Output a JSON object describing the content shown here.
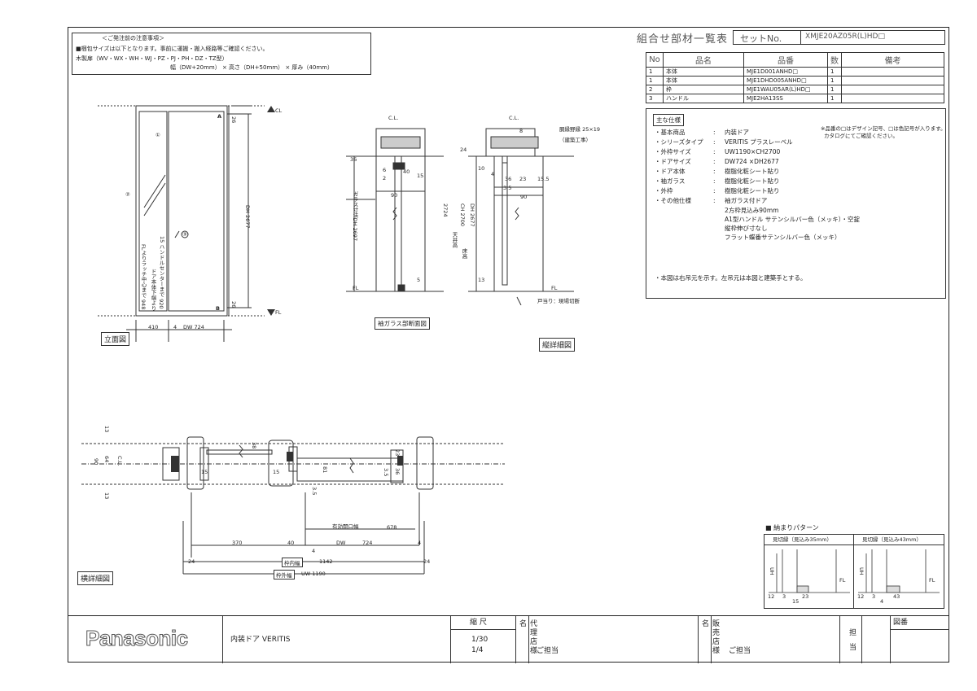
{
  "header": {
    "title": "組合せ部材一覧表",
    "set_label": "セットNo.",
    "set_no": "XMJE20AZ05R(L)HD□"
  },
  "notice": {
    "heading": "＜ご発注前の注意事項＞",
    "line1": "■梱包サイズは以下となります。事前に運搬・搬入経路等ご確認ください。",
    "line2": "木製扉（WV・WX・WH・WJ・PZ・PJ・PH・DZ・TZ型）",
    "line3": "幅（DW+20mm） × 高さ（DH+50mm） × 厚み（40mm）"
  },
  "parts_table": {
    "headers": [
      "No",
      "品名",
      "品番",
      "数",
      "備考"
    ],
    "rows": [
      {
        "no": "1",
        "name": "本体",
        "code": "MJE1D001ANHD□",
        "qty": "1",
        "note": ""
      },
      {
        "no": "1",
        "name": "本体",
        "code": "MJE1DHD005ANHD□",
        "qty": "1",
        "note": ""
      },
      {
        "no": "2",
        "name": "枠",
        "code": "MJE1WAU05AR(L)HD□",
        "qty": "1",
        "note": ""
      },
      {
        "no": "3",
        "name": "ハンドル",
        "code": "MJE2HA13SS",
        "qty": "1",
        "note": ""
      }
    ]
  },
  "specs": {
    "heading": "主な仕様",
    "note_right_1": "※品番の□はデザイン記号、□は色記号が入ります。",
    "note_right_2": "カタログにてご確認ください。",
    "rows": [
      {
        "label": "・基本商品",
        "value": "内装ドア"
      },
      {
        "label": "・シリーズタイプ",
        "value": "VERITIS プラスレーベル"
      },
      {
        "label": "・外枠サイズ",
        "value": "UW1190×CH2700"
      },
      {
        "label": "・ドアサイズ",
        "value": "DW724 ×DH2677"
      },
      {
        "label": "・ドア本体",
        "value": "樹脂化粧シート貼り"
      },
      {
        "label": "・袖ガラス",
        "value": "樹脂化粧シート貼り"
      },
      {
        "label": "・外枠",
        "value": "樹脂化粧シート貼り"
      },
      {
        "label": "・その他仕様",
        "value": "袖ガラス付ドア"
      }
    ],
    "extra": [
      "2方枠見込み90mm",
      "A1型ハンドル サテンシルバー色（メッキ）・空錠",
      "縦枠伸び寸なし",
      "フラット蝶番サテンシルバー色（メッキ）"
    ],
    "footnote": "・本図は右吊元を示す。左吊元は本図と建築手とする。"
  },
  "elevation": {
    "label": "立面図",
    "marks": {
      "a": "A",
      "b": "B",
      "cl": "CL",
      "fl": "FL",
      "p1": "①",
      "p2": "②",
      "p3": "③"
    },
    "dims": {
      "left": "410",
      "gap": "4",
      "dw": "DW 724",
      "top": "26",
      "bottom": "26",
      "dh": "DH 2677",
      "h15": "15"
    },
    "vnotes": [
      "FLよりラッチ中心まで 948",
      "ドア本体下端より",
      "ハンドルセンターまで 920"
    ]
  },
  "glass_section": {
    "label": "袖ガラス部断面図",
    "cl": "C.L.",
    "fl": "FL",
    "dims": {
      "top": "36",
      "d6": "6",
      "d2": "2",
      "d40": "40",
      "d15": "15",
      "d90": "90",
      "d5": "5",
      "glass": "ガラス寸法DH 2697"
    }
  },
  "vertical_detail": {
    "label": "縦詳細図",
    "cl": "C.L.",
    "fl": "FL",
    "note_top": "胴縁野縁 25×19",
    "note_top2": "（建築工事）",
    "note_bottom": "戸当り：現場切断",
    "dims": {
      "d8": "8",
      "d24": "24",
      "d10": "10",
      "d4": "4",
      "d36": "36",
      "d23": "23",
      "d155": "15.5",
      "d35": "3.5",
      "d90": "90",
      "d13": "13",
      "ch_total": "2724",
      "ch": "CH 2700",
      "dh": "DH 2677",
      "lab1": "天井高",
      "lab2": "床高"
    }
  },
  "horizontal_detail": {
    "label": "横詳細図",
    "cl": "C.L.",
    "dims": {
      "d13a": "13",
      "d64": "64",
      "d90": "90",
      "d13b": "13",
      "d38": "38",
      "d15a": "15",
      "d15b": "15",
      "d81": "81",
      "d35": "3.5",
      "d23": "23",
      "d36": "36",
      "d35b": "3.5",
      "open": "有効開口幅",
      "open_v": "678",
      "w370": "370",
      "w40": "40",
      "wdw": "DW",
      "w724": "724",
      "w4a": "4",
      "w4b": "4",
      "w24a": "24",
      "w24b": "24",
      "inner_lab": "枠内幅",
      "inner": "1142",
      "outer_lab": "枠外幅",
      "outer": "UW 1190"
    }
  },
  "pattern": {
    "heading": "■ 納まりパターン",
    "col1": "見切縁（見込み35mm）",
    "col2": "見切縁（見込み43mm）",
    "col1_dims": [
      "12",
      "3",
      "15",
      "23"
    ],
    "col2_dims": [
      "12",
      "3",
      "4",
      "43"
    ],
    "uh": "UH",
    "fl": "FL"
  },
  "title_block": {
    "brand": "Panasonic",
    "product": "内装ドア VERITIS",
    "scale_label": "縮 尺",
    "scale1": "1/30",
    "scale2": "1/4",
    "agent_label": "代理店様名",
    "agent_value": "ご担当",
    "dealer_label": "販売店様名",
    "dealer_value": "ご担当",
    "person_label1": "担",
    "person_label2": "当",
    "drawing_no": "図番"
  }
}
